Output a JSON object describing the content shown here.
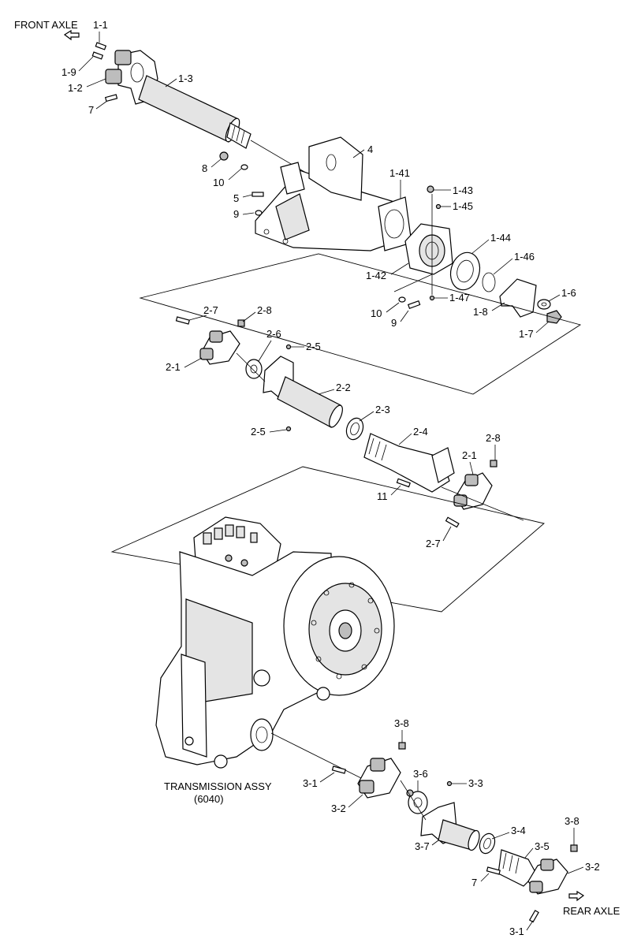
{
  "directions": {
    "front_axle": "FRONT AXLE",
    "rear_axle": "REAR AXLE"
  },
  "transmission": {
    "title": "TRANSMISSION ASSY",
    "model": "(6040)"
  },
  "labels": {
    "p1_1": "1-1",
    "p1_9": "1-9",
    "p1_2": "1-2",
    "p7_top": "7",
    "p1_3": "1-3",
    "p4": "4",
    "p8": "8",
    "p10_top": "10",
    "p5": "5",
    "p9_top": "9",
    "p1_41": "1-41",
    "p1_43": "1-43",
    "p1_45": "1-45",
    "p1_44": "1-44",
    "p1_46": "1-46",
    "p1_42": "1-42",
    "p1_47": "1-47",
    "p10_mid": "10",
    "p9_mid": "9",
    "p1_8": "1-8",
    "p1_6": "1-6",
    "p1_7": "1-7",
    "p2_7_top": "2-7",
    "p2_8_top": "2-8",
    "p2_6": "2-6",
    "p2_5_top": "2-5",
    "p2_1_left": "2-1",
    "p2_2": "2-2",
    "p2_3": "2-3",
    "p2_5_bot": "2-5",
    "p2_4": "2-4",
    "p2_8_right": "2-8",
    "p2_1_right": "2-1",
    "p11": "11",
    "p2_7_bot": "2-7",
    "p3_8_top": "3-8",
    "p3_6": "3-6",
    "p3_3": "3-3",
    "p3_1_left": "3-1",
    "p3_2_left": "3-2",
    "p3_4": "3-4",
    "p3_7": "3-7",
    "p3_5": "3-5",
    "p3_8_right": "3-8",
    "p3_2_right": "3-2",
    "p7_bot": "7",
    "p3_1_bot": "3-1"
  }
}
